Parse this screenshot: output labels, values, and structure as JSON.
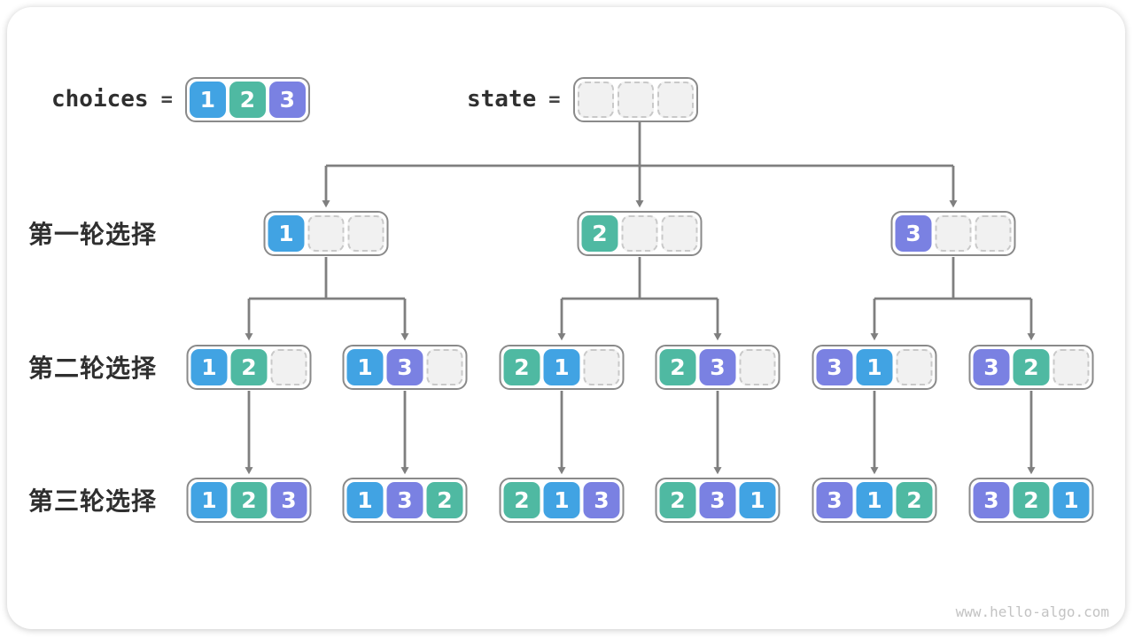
{
  "header": {
    "choices_label": "choices",
    "equals": "=",
    "choices_cells": [
      "1",
      "2",
      "3"
    ],
    "state_label": "state",
    "state_cells": [
      "",
      "",
      ""
    ]
  },
  "rows": [
    {
      "label": "第一轮选择",
      "nodes": [
        [
          "1"
        ],
        [
          "2"
        ],
        [
          "3"
        ]
      ]
    },
    {
      "label": "第二轮选择",
      "nodes": [
        [
          "1",
          "2"
        ],
        [
          "1",
          "3"
        ],
        [
          "2",
          "1"
        ],
        [
          "2",
          "3"
        ],
        [
          "3",
          "1"
        ],
        [
          "3",
          "2"
        ]
      ]
    },
    {
      "label": "第三轮选择",
      "nodes": [
        [
          "1",
          "2",
          "3"
        ],
        [
          "1",
          "3",
          "2"
        ],
        [
          "2",
          "1",
          "3"
        ],
        [
          "2",
          "3",
          "1"
        ],
        [
          "3",
          "1",
          "2"
        ],
        [
          "3",
          "2",
          "1"
        ]
      ]
    }
  ],
  "cell_colors": {
    "1": "#41a3e3",
    "2": "#4fb9a2",
    "3": "#7a81e2"
  },
  "ui_colors": {
    "node_border": "#8a8a8a",
    "arrow": "#7f7f7f",
    "empty_fill": "#f1f1f1",
    "empty_dash": "#c9c9c9",
    "label_text": "#2f2f2f",
    "watermark": "#c3c3c3"
  },
  "watermark": "www.hello-algo.com"
}
